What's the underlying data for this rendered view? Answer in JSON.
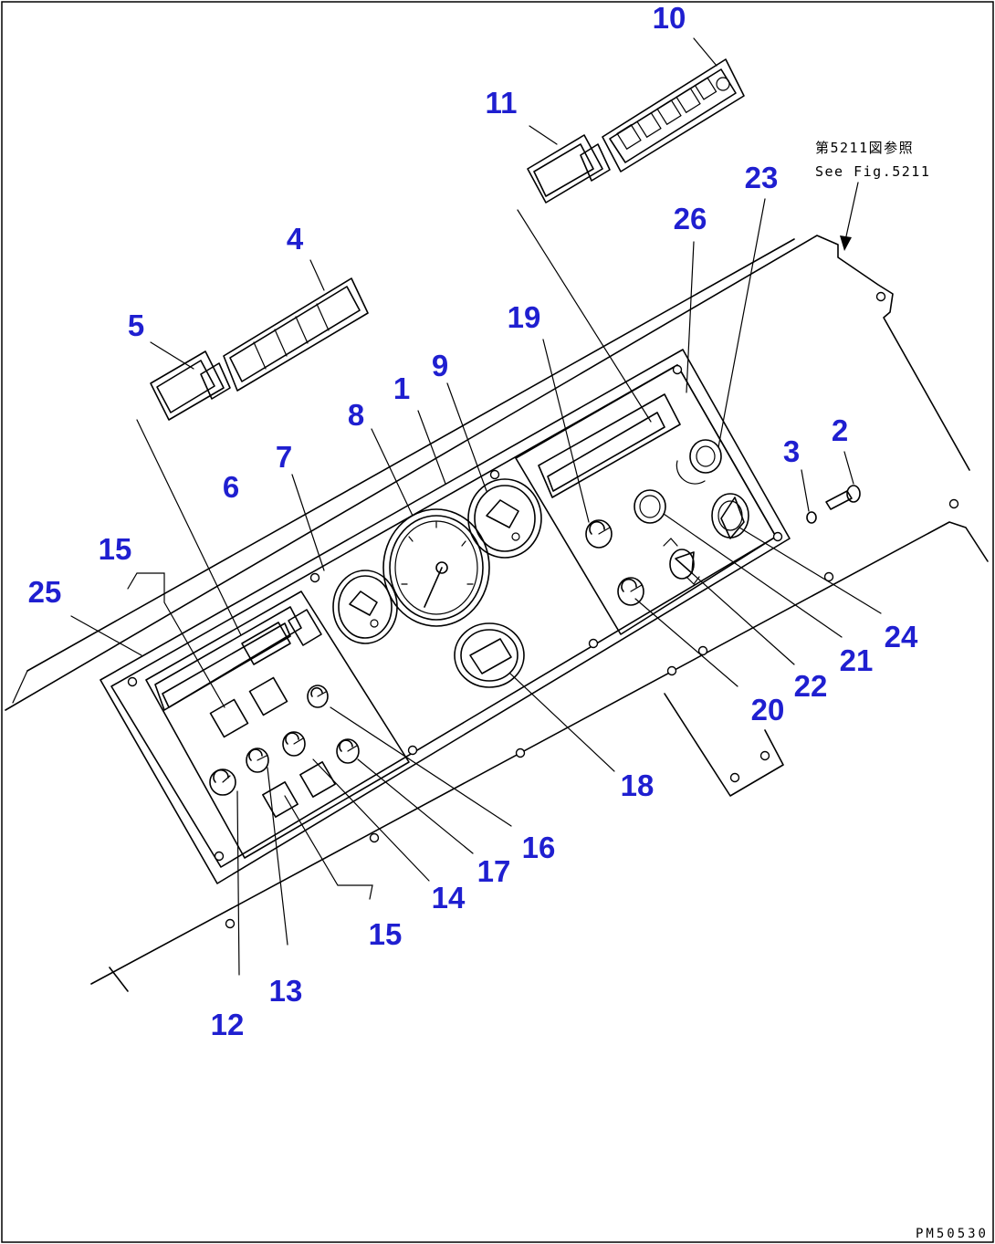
{
  "diagram": {
    "reference_note": {
      "line1": "第5211図参照",
      "line2": "See Fig.5211"
    },
    "drawing_code": "PM50530",
    "callouts": {
      "c1": "1",
      "c2": "2",
      "c3": "3",
      "c4": "4",
      "c5": "5",
      "c6": "6",
      "c7": "7",
      "c8": "8",
      "c9": "9",
      "c10": "10",
      "c11": "11",
      "c12": "12",
      "c13": "13",
      "c14": "14",
      "c15a": "15",
      "c15b": "15",
      "c16": "16",
      "c17": "17",
      "c18": "18",
      "c19": "19",
      "c20": "20",
      "c21": "21",
      "c22": "22",
      "c23": "23",
      "c24": "24",
      "c25": "25",
      "c26": "26"
    },
    "colors": {
      "callout": "#1f1fd0",
      "line": "#000000",
      "background": "#ffffff"
    }
  }
}
